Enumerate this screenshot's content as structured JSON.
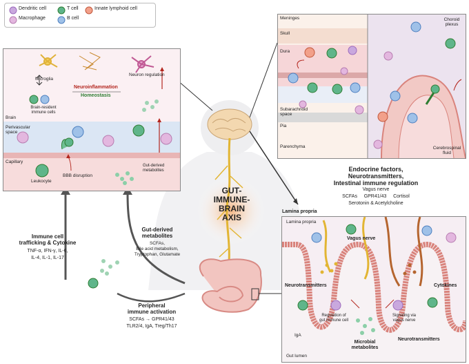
{
  "legend": {
    "dendritic": "Dendritic cell",
    "tcell": "T cell",
    "innate": "Innate lymphoid cell",
    "macrophage": "Macrophage",
    "bcell": "B cell"
  },
  "center": {
    "title_1": "GUT-",
    "title_2": "IMMUNE-",
    "title_3": "BRAIN",
    "title_4": "AXIS"
  },
  "brain_panel": {
    "microglia": "Microglia",
    "brain_resident_1": "Brain-resident",
    "brain_resident_2": "immune cells",
    "neuron_regulation": "Neuron regulation",
    "neuroinflammation": "Neuroinflammation",
    "homeostasis": "Homeostasis",
    "brain": "Brain",
    "perivascular_1": "Perivascular",
    "perivascular_2": "space",
    "capillary": "Capillary",
    "leukocyte": "Leukocyte",
    "bbb": "BBB disruption",
    "gut_derived_1": "Gut-derived",
    "gut_derived_2": "metabolites"
  },
  "meninges_panel": {
    "meninges": "Meninges",
    "skull": "Skull",
    "dura": "Dura",
    "subarachnoid_1": "Subarachnoid",
    "subarachnoid_2": "space",
    "pia": "Pia",
    "parenchyma": "Parenchyma",
    "choroid_1": "Choroid",
    "choroid_2": "plexus",
    "csf_1": "Cerebrospinal",
    "csf_2": "fluid"
  },
  "endocrine": {
    "title_1": "Endocrine factors,",
    "title_2": "Neurotransmitters,",
    "title_3": "Intestinal immune regulation",
    "vagus": "Vagus nerve",
    "scfas": "SCFAs",
    "gpr": "GPR41/43",
    "cortisol": "Cortisol",
    "serotonin": "Serotonin & Acetylcholine"
  },
  "immune_trafficking": {
    "title_1": "Immune cell",
    "title_2": "trafficking & Cytokine",
    "line_1": "TNF-α, IFN-γ, IL-6,",
    "line_2": "IL-4, IL-1, IL-17"
  },
  "gut_metabolites": {
    "title_1": "Gut-derived",
    "title_2": "metabolites",
    "line_1": "SCFAs,",
    "line_2": "Bile acid metabolism,",
    "line_3": "Tryptophan, Glutamate"
  },
  "peripheral": {
    "title_1": "Peripheral",
    "title_2": "immune activation",
    "line_1a": "SCFAs",
    "arrow": "→",
    "line_1b": "GPR41/43",
    "line_2": "TLR2/4, IgA, Treg/Th17"
  },
  "gut_panel": {
    "lamina_heading": "Lamina propria",
    "lamina_inner": "Lamina propria",
    "vagus_nerve": "Vagus nerve",
    "neurotransmitters_left": "Neurotransmitters",
    "cytokines": "Cytokines",
    "regulation_1": "Regulation of",
    "regulation_2": "gut immune cell",
    "signaling_1": "Signaling via",
    "signaling_2": "vagus nerve",
    "iga": "IgA",
    "microbial_1": "Microbial",
    "microbial_2": "metabolites",
    "neurotransmitters_bottom": "Neurotransmitters",
    "gut_lumen": "Gut lumen"
  },
  "colors": {
    "tcell": "#5fb58a",
    "bcell": "#9fc1e8",
    "macrophage": "#e3b7df",
    "dendritic": "#9d6bbd",
    "innate": "#e07a5f",
    "red_accent": "#b3261e",
    "green_accent": "#2e7d32"
  }
}
